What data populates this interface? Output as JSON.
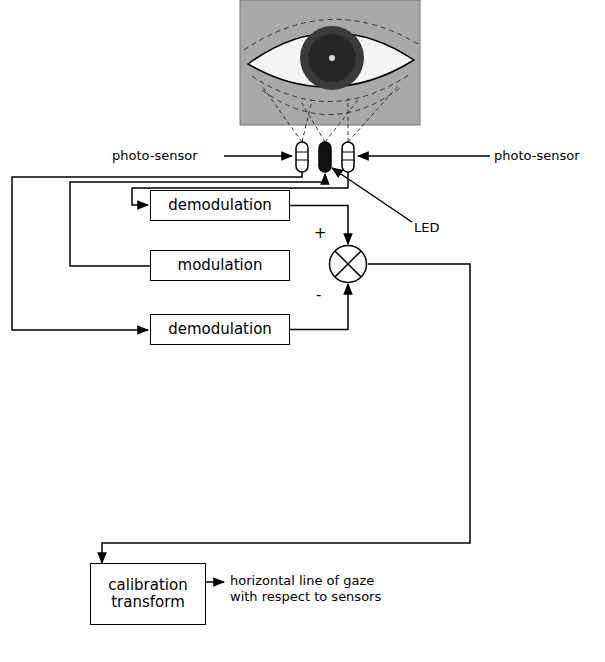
{
  "diagram": {
    "nodes": [
      {
        "text": [
          "demodulation"
        ]
      },
      {
        "text": [
          "modulation"
        ]
      },
      {
        "text": [
          "demodulation"
        ]
      },
      {
        "text": [
          "+",
          "-"
        ]
      },
      {
        "text": [
          "calibration transform"
        ]
      }
    ],
    "edges": [
      {
        "from": 0,
        "to": 3,
        "arrow": "to"
      },
      {
        "from": 2,
        "to": 3,
        "arrow": "to"
      },
      {
        "from": 3,
        "to": 4,
        "arrow": "to"
      }
    ],
    "labels": [
      "photo-sensor",
      "photo-sensor",
      "LED",
      "horizontal line of gaze with respect to sensors"
    ]
  }
}
